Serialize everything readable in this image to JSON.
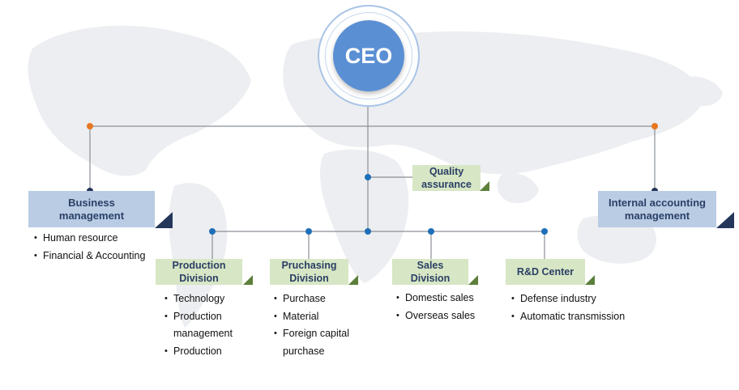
{
  "ceo": {
    "label": "CEO"
  },
  "quality": {
    "label": "Quality assurance"
  },
  "business": {
    "label": "Business management",
    "items": [
      "Human resource",
      "Financial & Accounting"
    ]
  },
  "internal": {
    "label": "Internal accounting management"
  },
  "divisions": [
    {
      "label": "Production Division",
      "items": [
        "Technology",
        "Production management",
        "Production"
      ]
    },
    {
      "label": "Pruchasing Division",
      "items": [
        "Purchase",
        "Material",
        "Foreign capital purchase"
      ]
    },
    {
      "label": "Sales Division",
      "items": [
        "Domestic sales",
        "Overseas sales"
      ]
    },
    {
      "label": "R&D Center",
      "items": [
        "Defense industry",
        "Automatic transmission"
      ]
    }
  ],
  "colors": {
    "ceo": "#5b8fd4",
    "blue_box": "#b9cce4",
    "green_box": "#d7e6c4",
    "accent_navy": "#24365a",
    "accent_green": "#5c7f3a",
    "dot_blue": "#1f6fb8",
    "dot_orange": "#e87722"
  }
}
